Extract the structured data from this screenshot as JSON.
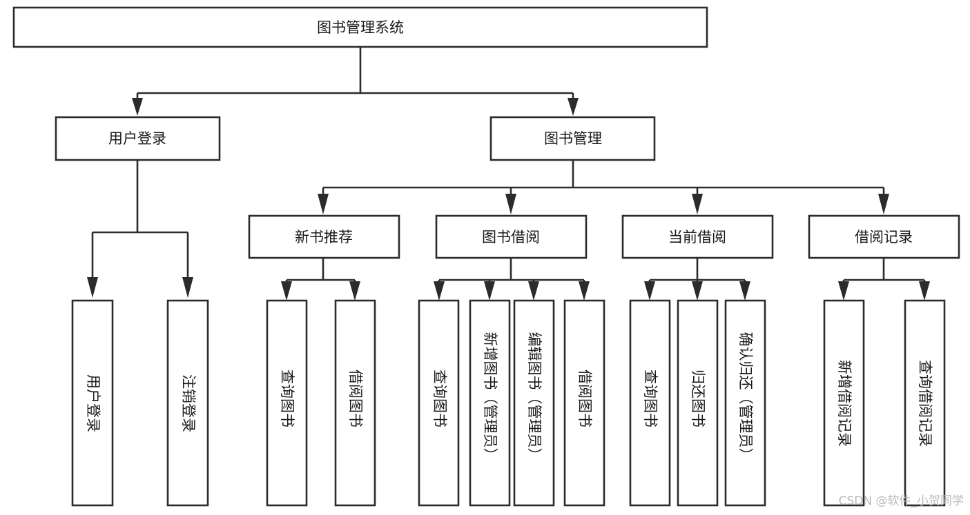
{
  "diagram": {
    "type": "tree-hierarchy-chart",
    "title": "图书管理系统",
    "colors": {
      "box_fill": "#ffffff",
      "box_stroke": "#2b2b2b",
      "text": "#1a1a1a",
      "watermark": "#b9b9b9",
      "background": "#ffffff"
    },
    "root": {
      "id": "root",
      "label": "图书管理系统",
      "orientation": "horizontal"
    },
    "level1": [
      {
        "id": "user-login",
        "label": "用户登录",
        "orientation": "horizontal"
      },
      {
        "id": "book-manage",
        "label": "图书管理",
        "orientation": "horizontal"
      }
    ],
    "level2": [
      {
        "id": "new-book-recommend",
        "label": "新书推荐",
        "parent": "book-manage",
        "orientation": "horizontal"
      },
      {
        "id": "book-borrow",
        "label": "图书借阅",
        "parent": "book-manage",
        "orientation": "horizontal"
      },
      {
        "id": "current-borrow",
        "label": "当前借阅",
        "parent": "book-manage",
        "orientation": "horizontal"
      },
      {
        "id": "borrow-record",
        "label": "借阅记录",
        "parent": "book-manage",
        "orientation": "horizontal"
      }
    ],
    "leaves": [
      {
        "id": "leaf-user-login",
        "label": "用户登录",
        "parent": "user-login",
        "orientation": "vertical"
      },
      {
        "id": "leaf-logout-login",
        "label": "注销登录",
        "parent": "user-login",
        "orientation": "vertical"
      },
      {
        "id": "leaf-query-book-1",
        "label": "查询图书",
        "parent": "new-book-recommend",
        "orientation": "vertical"
      },
      {
        "id": "leaf-borrow-book-1",
        "label": "借阅图书",
        "parent": "new-book-recommend",
        "orientation": "vertical"
      },
      {
        "id": "leaf-query-book-2",
        "label": "查询图书",
        "parent": "book-borrow",
        "orientation": "vertical"
      },
      {
        "id": "leaf-add-book",
        "label": "新增图书（管理员）",
        "parent": "book-borrow",
        "orientation": "vertical"
      },
      {
        "id": "leaf-edit-book",
        "label": "编辑图书（管理员）",
        "parent": "book-borrow",
        "orientation": "vertical"
      },
      {
        "id": "leaf-borrow-book-2",
        "label": "借阅图书",
        "parent": "book-borrow",
        "orientation": "vertical"
      },
      {
        "id": "leaf-query-book-3",
        "label": "查询图书",
        "parent": "current-borrow",
        "orientation": "vertical"
      },
      {
        "id": "leaf-return-book",
        "label": "归还图书",
        "parent": "current-borrow",
        "orientation": "vertical"
      },
      {
        "id": "leaf-confirm-return",
        "label": "确认归还（管理员）",
        "parent": "current-borrow",
        "orientation": "vertical"
      },
      {
        "id": "leaf-add-record",
        "label": "新增借阅记录",
        "parent": "borrow-record",
        "orientation": "vertical"
      },
      {
        "id": "leaf-query-record",
        "label": "查询借阅记录",
        "parent": "borrow-record",
        "orientation": "vertical"
      }
    ],
    "watermark": "CSDN @软件_小贺同学"
  }
}
